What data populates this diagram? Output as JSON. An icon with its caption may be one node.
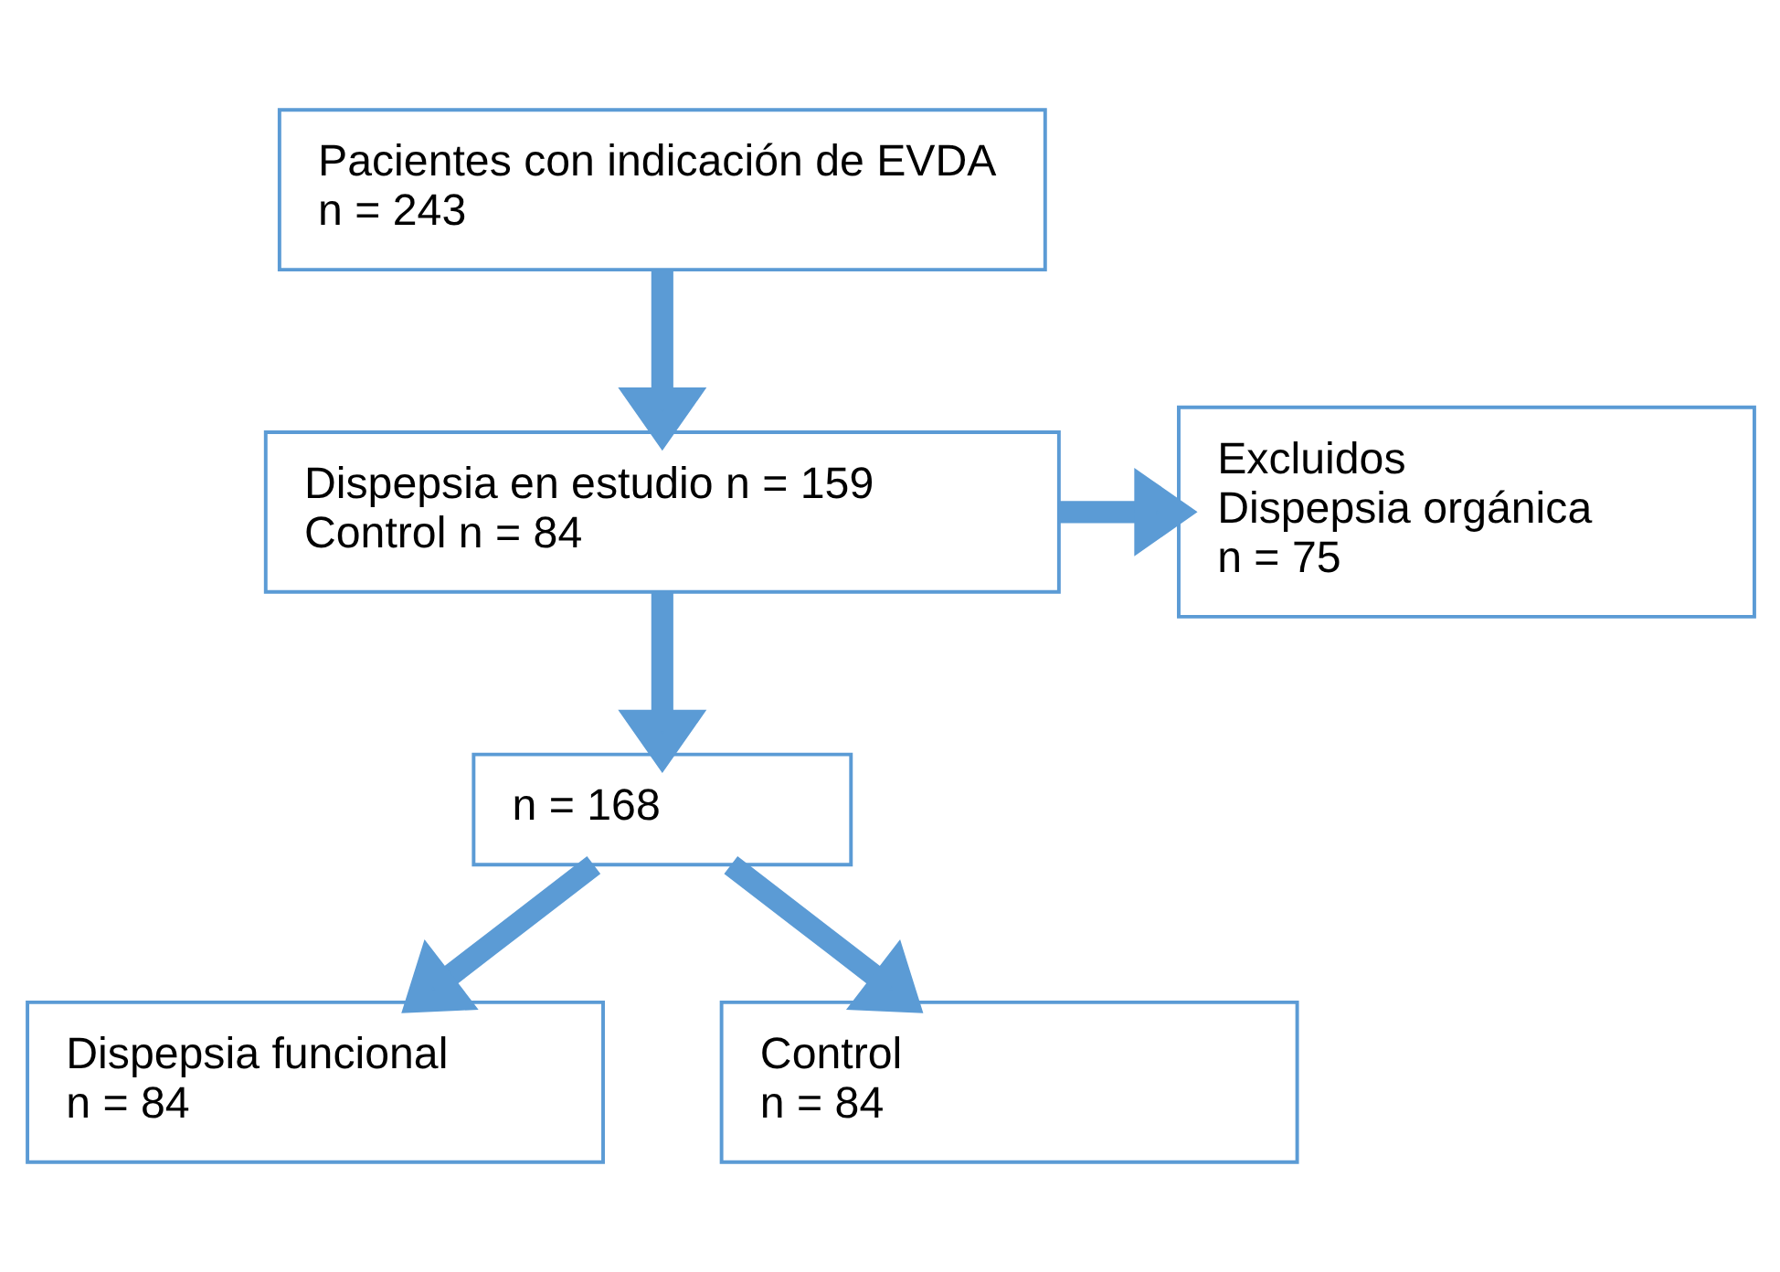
{
  "diagram": {
    "nodes": [
      {
        "text": [
          "Pacientes con indicación de EVDA",
          "n = 243"
        ]
      },
      {
        "text": [
          "Dispepsia en estudio n = 159",
          "Control n = 84"
        ]
      },
      {
        "text": [
          "Excluidos",
          "Dispepsia orgánica",
          "n = 75"
        ]
      },
      {
        "text": [
          "n = 168"
        ]
      },
      {
        "text": [
          "Dispepsia funcional",
          "n = 84"
        ]
      },
      {
        "text": [
          "Control",
          "n = 84"
        ]
      }
    ],
    "edges": [
      {
        "from": 0,
        "to": 1,
        "arrow": "to"
      },
      {
        "from": 1,
        "to": 2,
        "arrow": "to"
      },
      {
        "from": 1,
        "to": 3,
        "arrow": "to"
      },
      {
        "from": 3,
        "to": 4,
        "arrow": "to"
      },
      {
        "from": 3,
        "to": 5,
        "arrow": "to"
      }
    ]
  }
}
